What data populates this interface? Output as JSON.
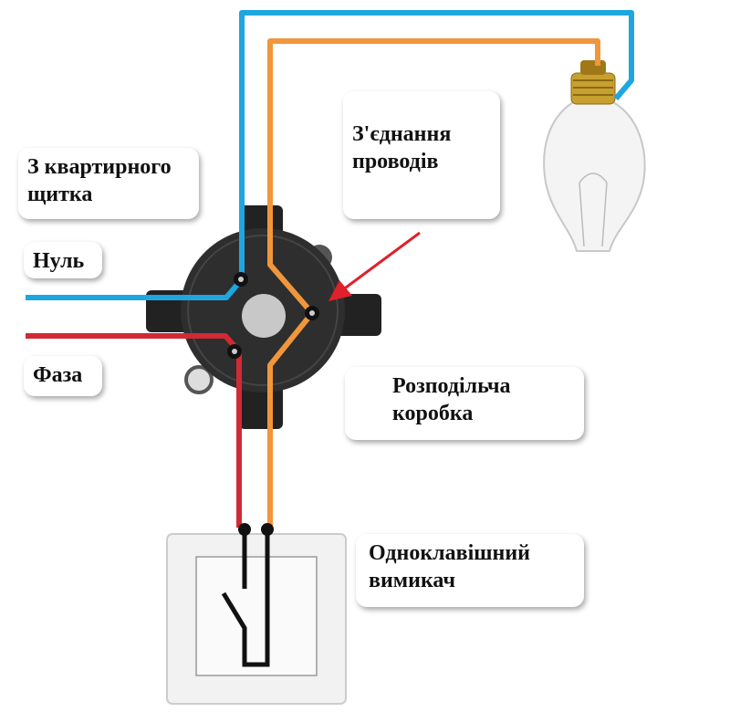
{
  "labels": {
    "from_panel": "З квартирного щитка",
    "neutral": "Нуль",
    "phase": "Фаза",
    "wire_connection": "З'єднання проводів",
    "junction_box": "Розподільча коробка",
    "switch": "Одноклавішний вимикач"
  },
  "colors": {
    "neutral_wire": "#1ea6e0",
    "phase_wire": "#d02a35",
    "switched_wire": "#f0963c",
    "arrow": "#e0202a",
    "box": "#2a2a2a"
  }
}
